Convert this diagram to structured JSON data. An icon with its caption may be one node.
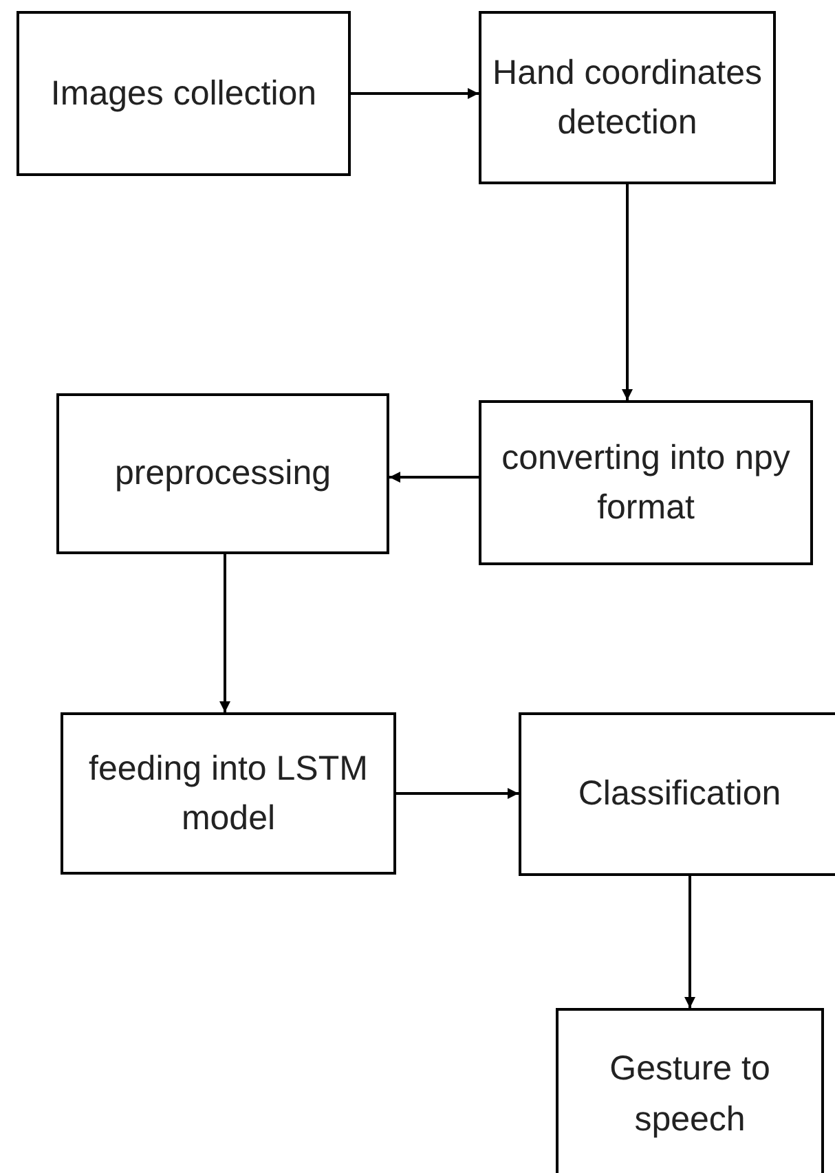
{
  "diagram": {
    "nodes": [
      {
        "text": [
          "Images collection"
        ]
      },
      {
        "text": [
          "Hand coordinates detection"
        ]
      },
      {
        "text": [
          "converting into npy format"
        ]
      },
      {
        "text": [
          "preprocessing"
        ]
      },
      {
        "text": [
          "feeding into LSTM model"
        ]
      },
      {
        "text": [
          "Classification"
        ]
      },
      {
        "text": [
          "Gesture to speech"
        ]
      }
    ],
    "edges": [
      {
        "from": 0,
        "to": 1,
        "arrow": "to"
      },
      {
        "from": 1,
        "to": 2,
        "arrow": "to"
      },
      {
        "from": 2,
        "to": 3,
        "arrow": "to"
      },
      {
        "from": 3,
        "to": 4,
        "arrow": "to"
      },
      {
        "from": 4,
        "to": 5,
        "arrow": "to"
      },
      {
        "from": 5,
        "to": 6,
        "arrow": "to"
      }
    ]
  }
}
